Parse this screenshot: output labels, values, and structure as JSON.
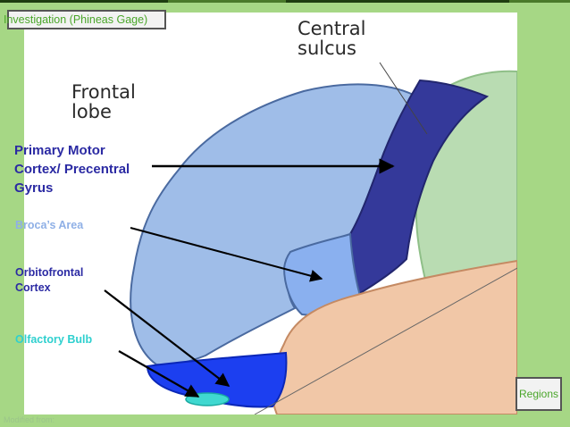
{
  "nav": {
    "title_tab": "Investigation (Phineas Gage)",
    "regions_button": "Regions"
  },
  "credit": "Modified from:",
  "labels": {
    "central_sulcus": [
      "Central",
      "sulcus"
    ],
    "frontal_lobe": [
      "Frontal",
      "lobe"
    ],
    "primary_motor": [
      "Primary Motor",
      "Cortex/ Precentral",
      "Gyrus"
    ],
    "broca": "Broca’s Area",
    "orbitofrontal": [
      "Orbitofrontal",
      "Cortex"
    ],
    "olfactory": "Olfactory Bulb"
  },
  "colors": {
    "frontal": "#9fbde8",
    "motor": "#34399a",
    "broca": "#8ab0ef",
    "orbito": "#1c3ff0",
    "olfactory": "#3fd8d0",
    "parietal": "#b9dcb2",
    "temporal": "#f1c7a7",
    "accent_green": "#4aa62a"
  },
  "icons": [
    "arrow-icon"
  ]
}
